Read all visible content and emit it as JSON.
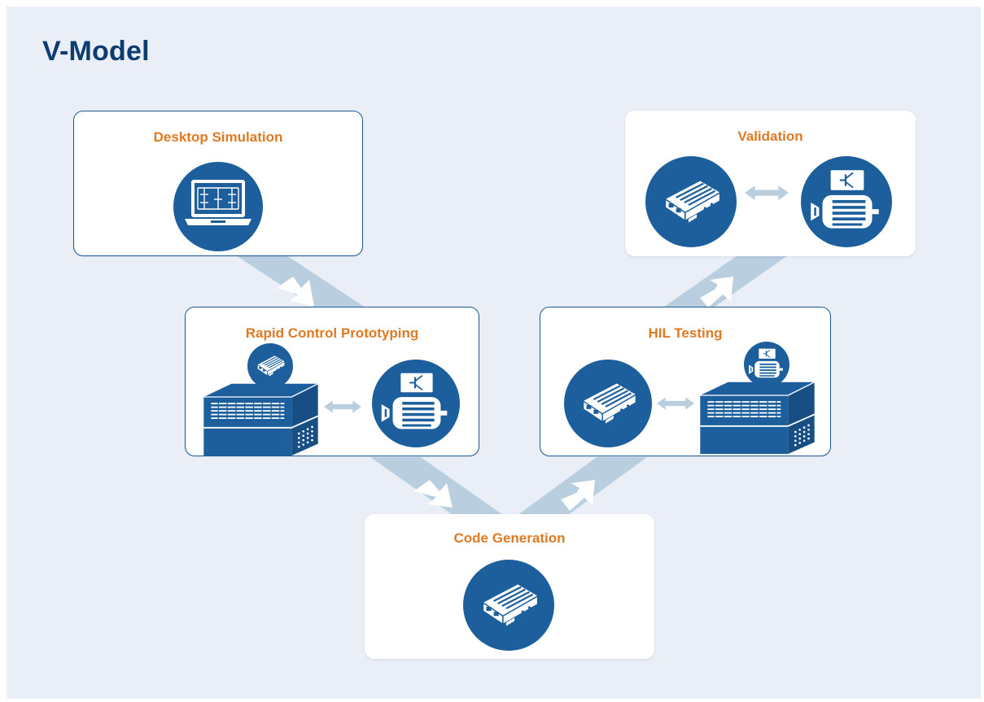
{
  "title": "V-Model",
  "colors": {
    "background": "#eaeff7",
    "title": "#0d3c72",
    "stage_title": "#e07a22",
    "icon_fill": "#1c5f9c",
    "flow_arrows": "#b9cfe0"
  },
  "stages": [
    {
      "label": "Desktop Simulation",
      "icons": [
        "laptop-simulation-icon"
      ]
    },
    {
      "label": "Rapid Control Prototyping",
      "icons": [
        "rack-controller-icon",
        "device-icon",
        "bidirectional-arrow-icon",
        "motor-drive-icon"
      ]
    },
    {
      "label": "Code Generation",
      "icons": [
        "device-icon"
      ]
    },
    {
      "label": "HIL Testing",
      "icons": [
        "device-icon",
        "bidirectional-arrow-icon",
        "rack-simulator-icon",
        "motor-drive-icon"
      ]
    },
    {
      "label": "Validation",
      "icons": [
        "device-icon",
        "bidirectional-arrow-icon",
        "motor-drive-icon"
      ]
    }
  ]
}
